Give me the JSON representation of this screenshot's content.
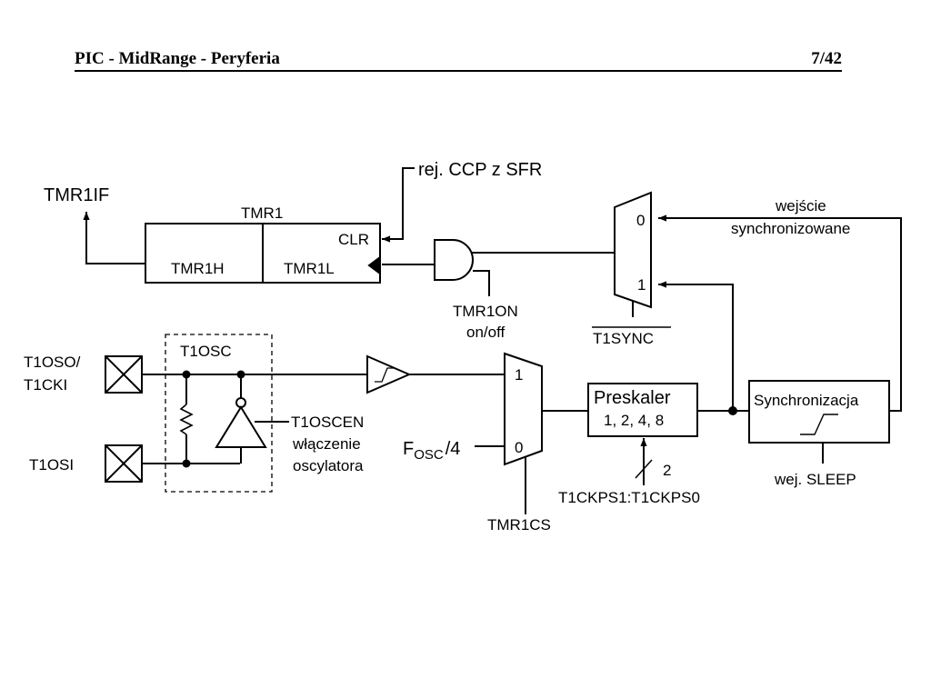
{
  "header": {
    "title": "PIC - MidRange - Peryferia",
    "page": "7/42"
  },
  "diagram": {
    "tmr1if": "TMR1IF",
    "ccp_label": "rej. CCP z SFR",
    "tmr1": "TMR1",
    "clr": "CLR",
    "tmr1h": "TMR1H",
    "tmr1l": "TMR1L",
    "tmr1on": "TMR1ON",
    "onoff": "on/off",
    "sync_mux_0": "0",
    "sync_mux_1": "1",
    "t1sync": "T1SYNC",
    "sync_input_line1": "wejście",
    "sync_input_line2": "synchronizowane",
    "t1oso_line1": "T1OSO/",
    "t1oso_line2": "T1CKI",
    "t1osi": "T1OSI",
    "t1osc": "T1OSC",
    "t1oscen": "T1OSCEN",
    "oscen_line1": "włączenie",
    "oscen_line2": "oscylatora",
    "fosc_f": "F",
    "fosc_sub": "OSC",
    "fosc_div": "/4",
    "clk_mux_1": "1",
    "clk_mux_0": "0",
    "tmr1cs": "TMR1CS",
    "prescaler_title": "Preskaler",
    "prescaler_values": "1, 2, 4, 8",
    "bus_width": "2",
    "t1ckps": "T1CKPS1:T1CKPS0",
    "synchronizacja": "Synchronizacja",
    "sleep_input": "wej. SLEEP"
  }
}
